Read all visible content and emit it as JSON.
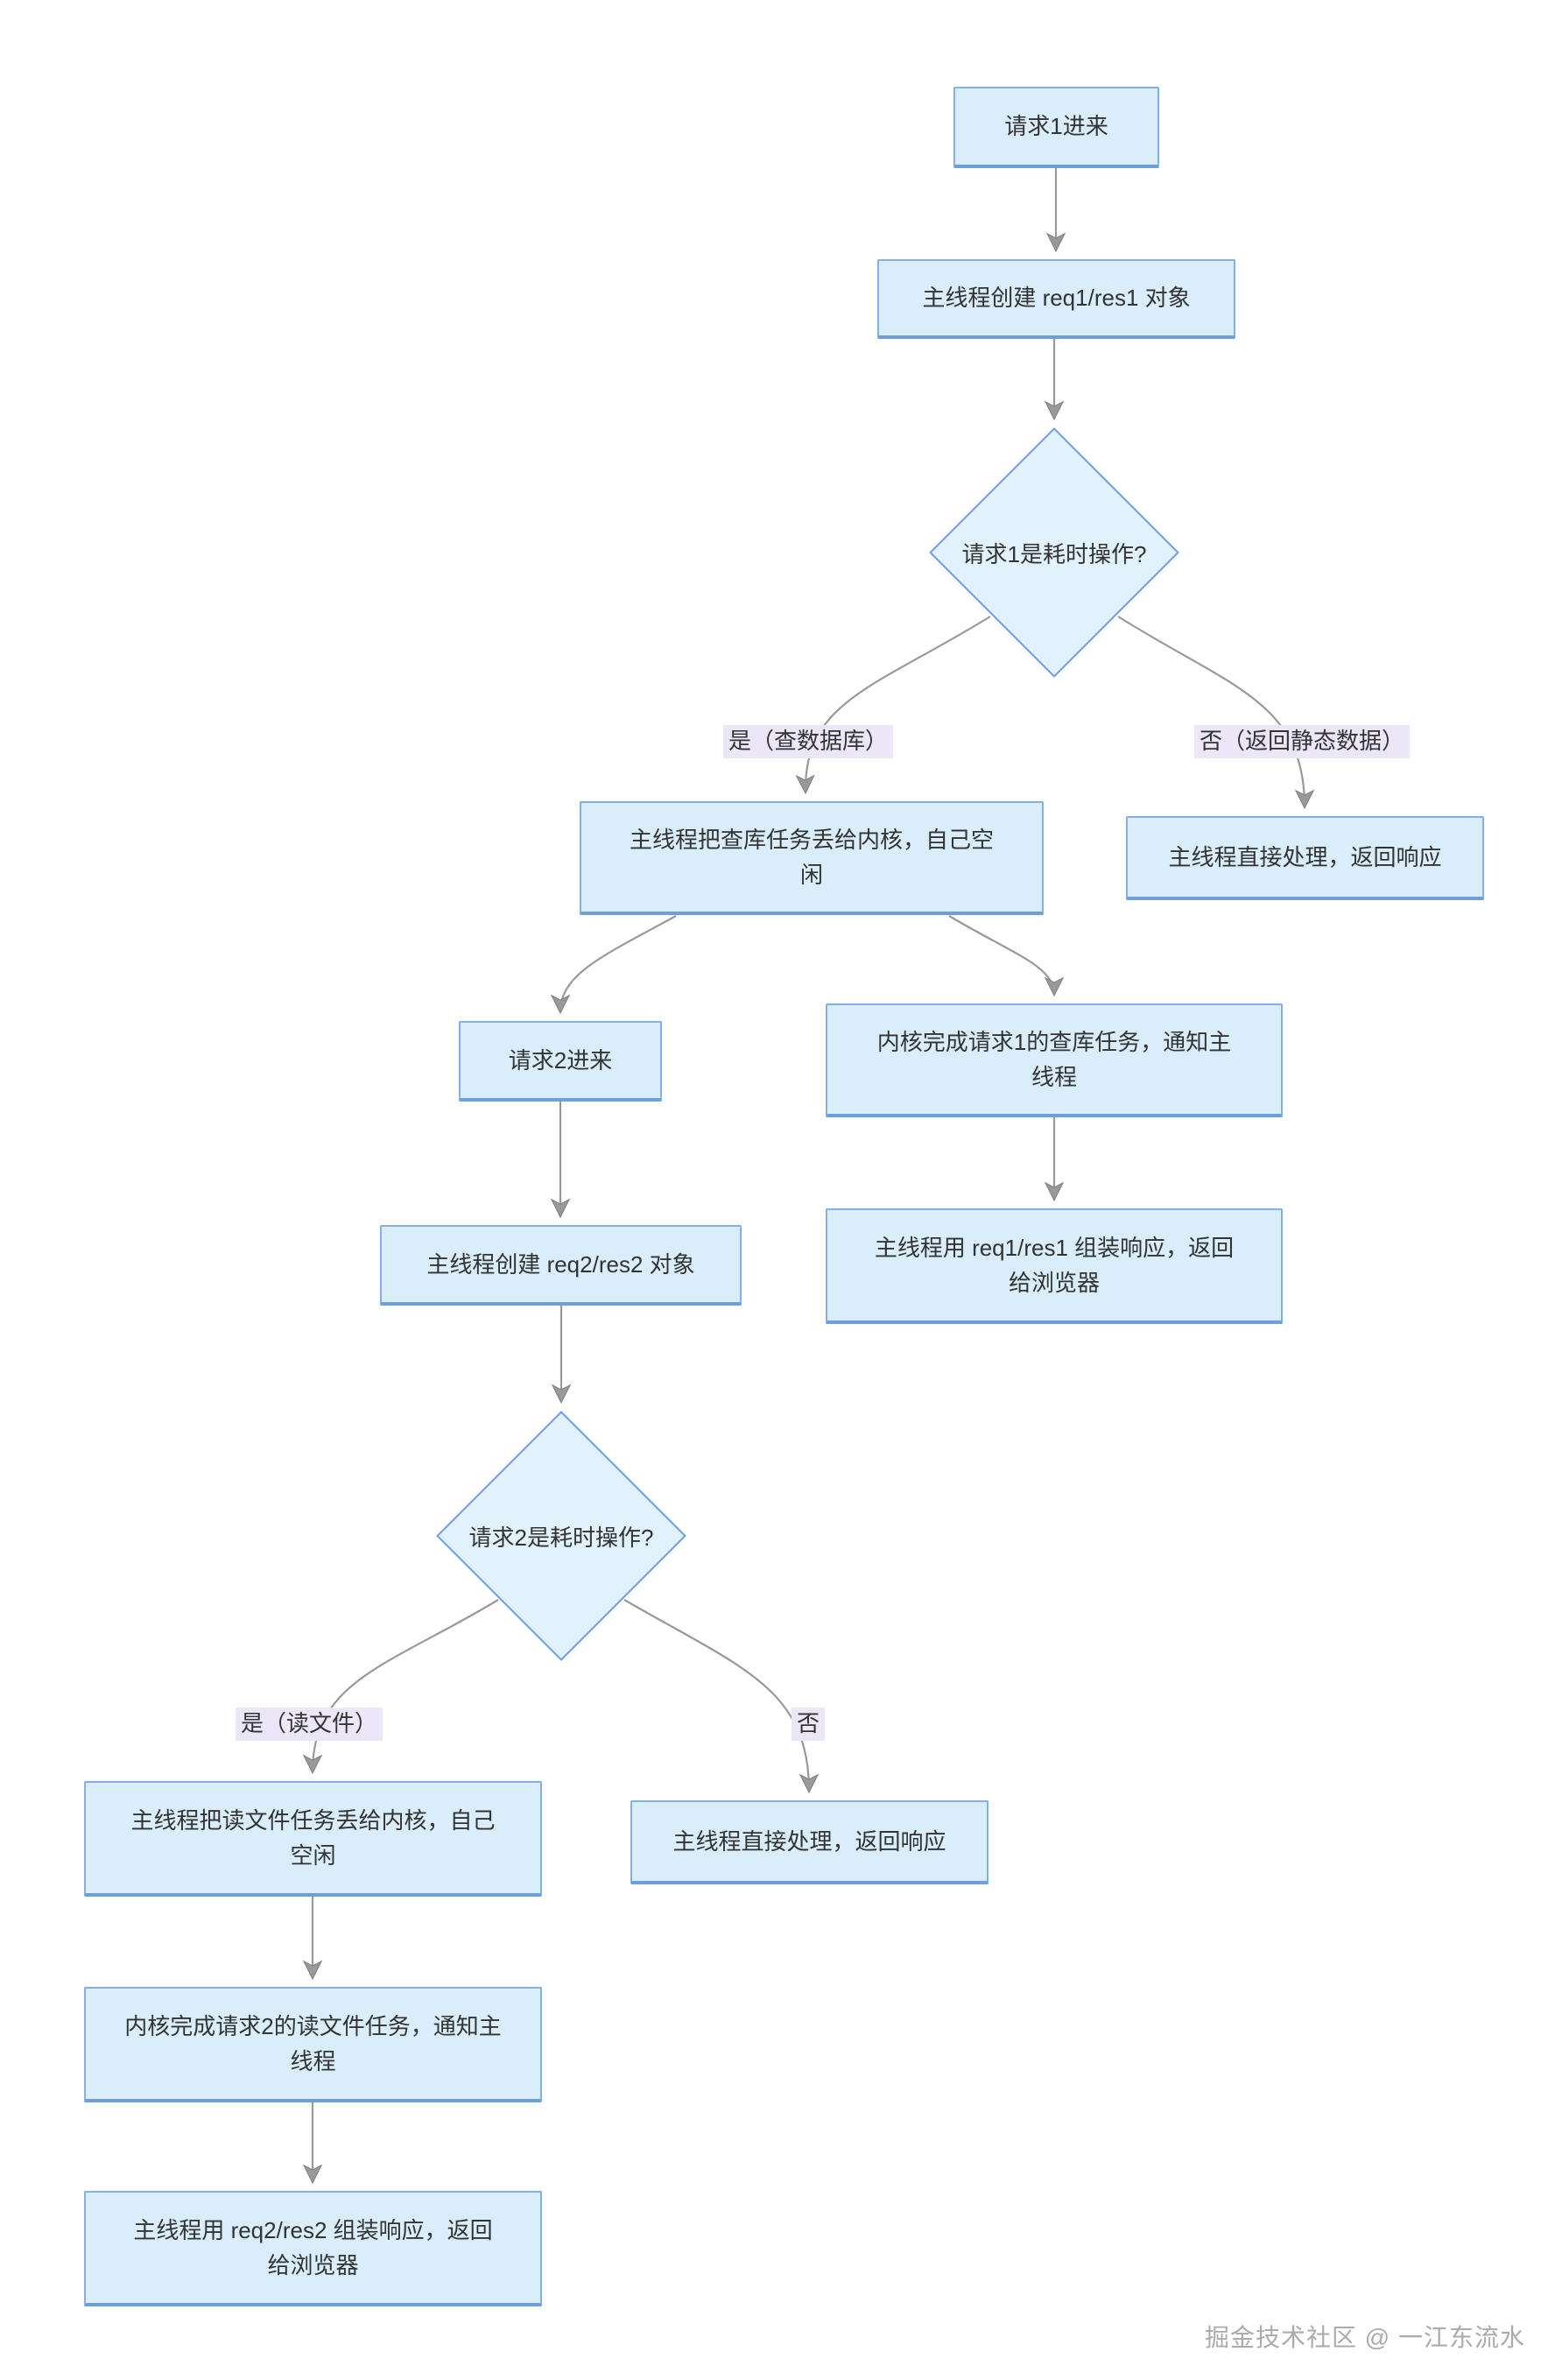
{
  "diagram": {
    "nodes": {
      "req1_in": {
        "label": "请求1进来"
      },
      "create_req1": {
        "label": "主线程创建 req1/res1 对象"
      },
      "decision1": {
        "label": "请求1是耗时操作?"
      },
      "offload_db": {
        "label": "主线程把查库任务丢给内核，自己空闲"
      },
      "direct1": {
        "label": "主线程直接处理，返回响应"
      },
      "req2_in": {
        "label": "请求2进来"
      },
      "kernel_db_done": {
        "label": "内核完成请求1的查库任务，通知主线程"
      },
      "create_req2": {
        "label": "主线程创建 req2/res2 对象"
      },
      "assemble_res1": {
        "label": "主线程用 req1/res1 组装响应，返回给浏览器"
      },
      "decision2": {
        "label": "请求2是耗时操作?"
      },
      "offload_file": {
        "label": "主线程把读文件任务丢给内核，自己空闲"
      },
      "direct2": {
        "label": "主线程直接处理，返回响应"
      },
      "kernel_file_done": {
        "label": "内核完成请求2的读文件任务，通知主线程"
      },
      "assemble_res2": {
        "label": "主线程用 req2/res2 组装响应，返回给浏览器"
      }
    },
    "edge_labels": {
      "yes_query_db": "是（查数据库）",
      "no_static": "否（返回静态数据）",
      "yes_read_file": "是（读文件）",
      "no_plain": "否"
    },
    "watermark": "掘金技术社区 @ 一江东流水",
    "colors": {
      "node_fill": "#d9edfa",
      "node_border": "#84b0e5",
      "node_border_dark": "#6d9fd8",
      "diamond_fill": "#e2f2fd",
      "diamond_border": "#6d9ee6",
      "edge": "#999999",
      "label_bg": "#ebe7f8",
      "text": "#333333",
      "watermark": "#ababab"
    }
  }
}
